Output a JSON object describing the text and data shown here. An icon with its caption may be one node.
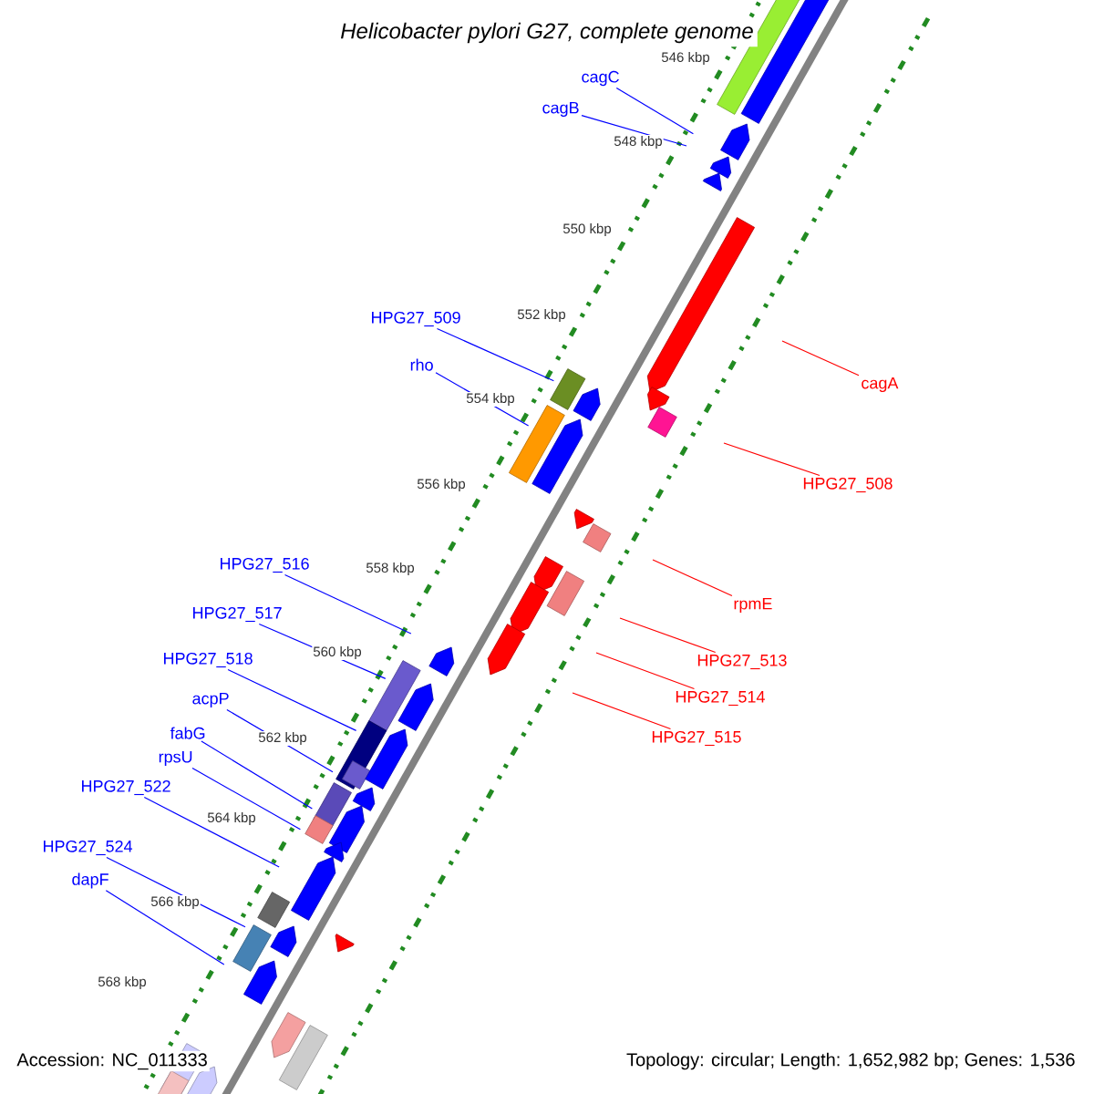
{
  "diagram": {
    "title": "Helicobacter pylori G27, complete genome",
    "nodes": [
      {
        "text": [
          "cagC"
        ]
      },
      {
        "text": [
          "cagB"
        ]
      },
      {
        "text": [
          "HPG27_509"
        ]
      },
      {
        "text": [
          "rho"
        ]
      },
      {
        "text": [
          "HPG27_516"
        ]
      },
      {
        "text": [
          "HPG27_517"
        ]
      },
      {
        "text": [
          "HPG27_518"
        ]
      },
      {
        "text": [
          "acpP"
        ]
      },
      {
        "text": [
          "fabG"
        ]
      },
      {
        "text": [
          "rpsU"
        ]
      },
      {
        "text": [
          "HPG27_522"
        ]
      },
      {
        "text": [
          "HPG27_524"
        ]
      },
      {
        "text": [
          "dapF"
        ]
      },
      {
        "text": [
          "cagA"
        ]
      },
      {
        "text": [
          "HPG27_508"
        ]
      },
      {
        "text": [
          "rpmE"
        ]
      },
      {
        "text": [
          "HPG27_513"
        ]
      },
      {
        "text": [
          "HPG27_514"
        ]
      },
      {
        "text": [
          "HPG27_515"
        ]
      }
    ],
    "edges": [
      {
        "from": 0,
        "to": null,
        "arrow": "none"
      },
      {
        "from": 1,
        "to": null,
        "arrow": "none"
      },
      {
        "from": 2,
        "to": null,
        "arrow": "none"
      },
      {
        "from": 3,
        "to": null,
        "arrow": "none"
      },
      {
        "from": 4,
        "to": null,
        "arrow": "none"
      },
      {
        "from": 5,
        "to": null,
        "arrow": "none"
      },
      {
        "from": 6,
        "to": null,
        "arrow": "none"
      },
      {
        "from": 7,
        "to": null,
        "arrow": "none"
      },
      {
        "from": 8,
        "to": null,
        "arrow": "none"
      },
      {
        "from": 9,
        "to": null,
        "arrow": "none"
      },
      {
        "from": 10,
        "to": null,
        "arrow": "none"
      },
      {
        "from": 11,
        "to": null,
        "arrow": "none"
      },
      {
        "from": 12,
        "to": null,
        "arrow": "none"
      },
      {
        "from": 13,
        "to": null,
        "arrow": "none",
        "color": "#ff0000"
      },
      {
        "from": 14,
        "to": null,
        "arrow": "none",
        "color": "#ff0000"
      },
      {
        "from": 15,
        "to": null,
        "arrow": "none",
        "color": "#ff0000"
      },
      {
        "from": 16,
        "to": null,
        "arrow": "none",
        "color": "#ff0000"
      },
      {
        "from": 17,
        "to": null,
        "arrow": "none",
        "color": "#ff0000"
      },
      {
        "from": 18,
        "to": null,
        "arrow": "none",
        "color": "#ff0000"
      }
    ],
    "labels": [
      "546 kbp",
      "548 kbp",
      "550 kbp",
      "552 kbp",
      "554 kbp",
      "556 kbp",
      "558 kbp",
      "560 kbp",
      "562 kbp",
      "564 kbp",
      "566 kbp",
      "568 kbp",
      "Accession: NC_011333",
      "Topology: circular; Length: 1,652,982 bp; Genes: 1,536"
    ]
  }
}
